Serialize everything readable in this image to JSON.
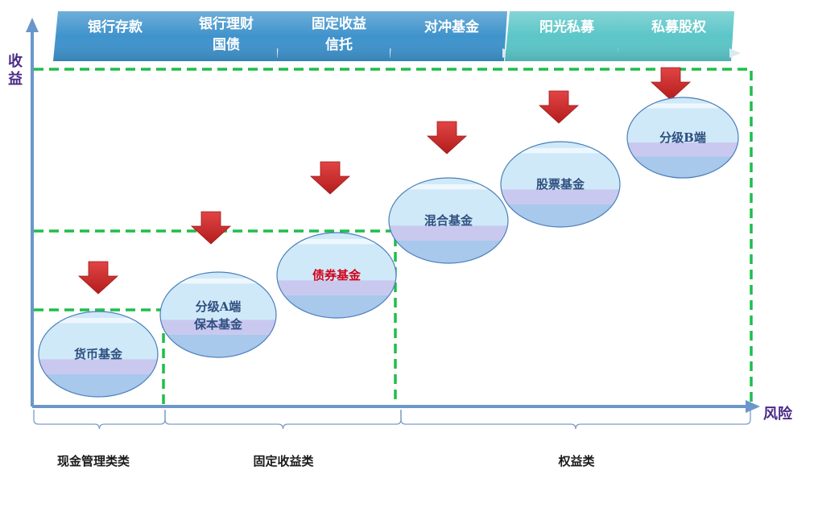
{
  "banners": [
    {
      "lines": [
        "银行存款"
      ],
      "color": "#3f93cc"
    },
    {
      "lines": [
        "银行理财",
        "国债"
      ],
      "color": "#3f93cc"
    },
    {
      "lines": [
        "固定收益",
        "信托"
      ],
      "color": "#3f93cc"
    },
    {
      "lines": [
        "对冲基金"
      ],
      "color": "#3f93cc"
    },
    {
      "lines": [
        "阳光私募"
      ],
      "color": "#5cc6c8"
    },
    {
      "lines": [
        "私募股权"
      ],
      "color": "#5cc6c8"
    }
  ],
  "products": [
    {
      "lines": [
        "货币基金"
      ],
      "highlight": false
    },
    {
      "lines": [
        "分级A端",
        "保本基金"
      ],
      "highlight": false
    },
    {
      "lines": [
        "债券基金"
      ],
      "highlight": true
    },
    {
      "lines": [
        "混合基金"
      ],
      "highlight": false
    },
    {
      "lines": [
        "股票基金"
      ],
      "highlight": false
    },
    {
      "lines": [
        "分级B端"
      ],
      "highlight": false
    }
  ],
  "axes": {
    "y_label": "收益",
    "x_label": "风险"
  },
  "categories": [
    "现金管理类类",
    "固定收益类",
    "权益类"
  ],
  "colors": {
    "axis": "#6a97c9",
    "dashed": "#1ebe4b",
    "arrow": "#cc2a2a",
    "bracket": "#7a9cc6"
  }
}
